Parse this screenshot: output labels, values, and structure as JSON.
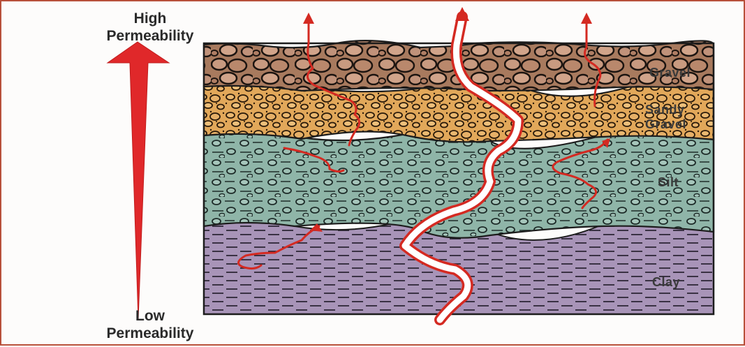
{
  "top_label": {
    "line1": "High",
    "line2": "Permeability"
  },
  "bottom_label": {
    "line1": "Low",
    "line2": "Permeability"
  },
  "layers": {
    "gravel": "Gravel",
    "sandy": "Sandy",
    "sandy_gravel": "Gravel",
    "silt": "Silt",
    "clay": "Clay"
  },
  "colors": {
    "arrow": "#e0282a",
    "gravel": "#a87a5e",
    "sandy_gravel": "#e2a85a",
    "silt": "#8fb5a8",
    "clay": "#a894b8",
    "flow": "#d42a22",
    "fracture": "#ffffff"
  },
  "icons": [
    "permeability-arrow",
    "flow-path-arrow",
    "fracture"
  ]
}
